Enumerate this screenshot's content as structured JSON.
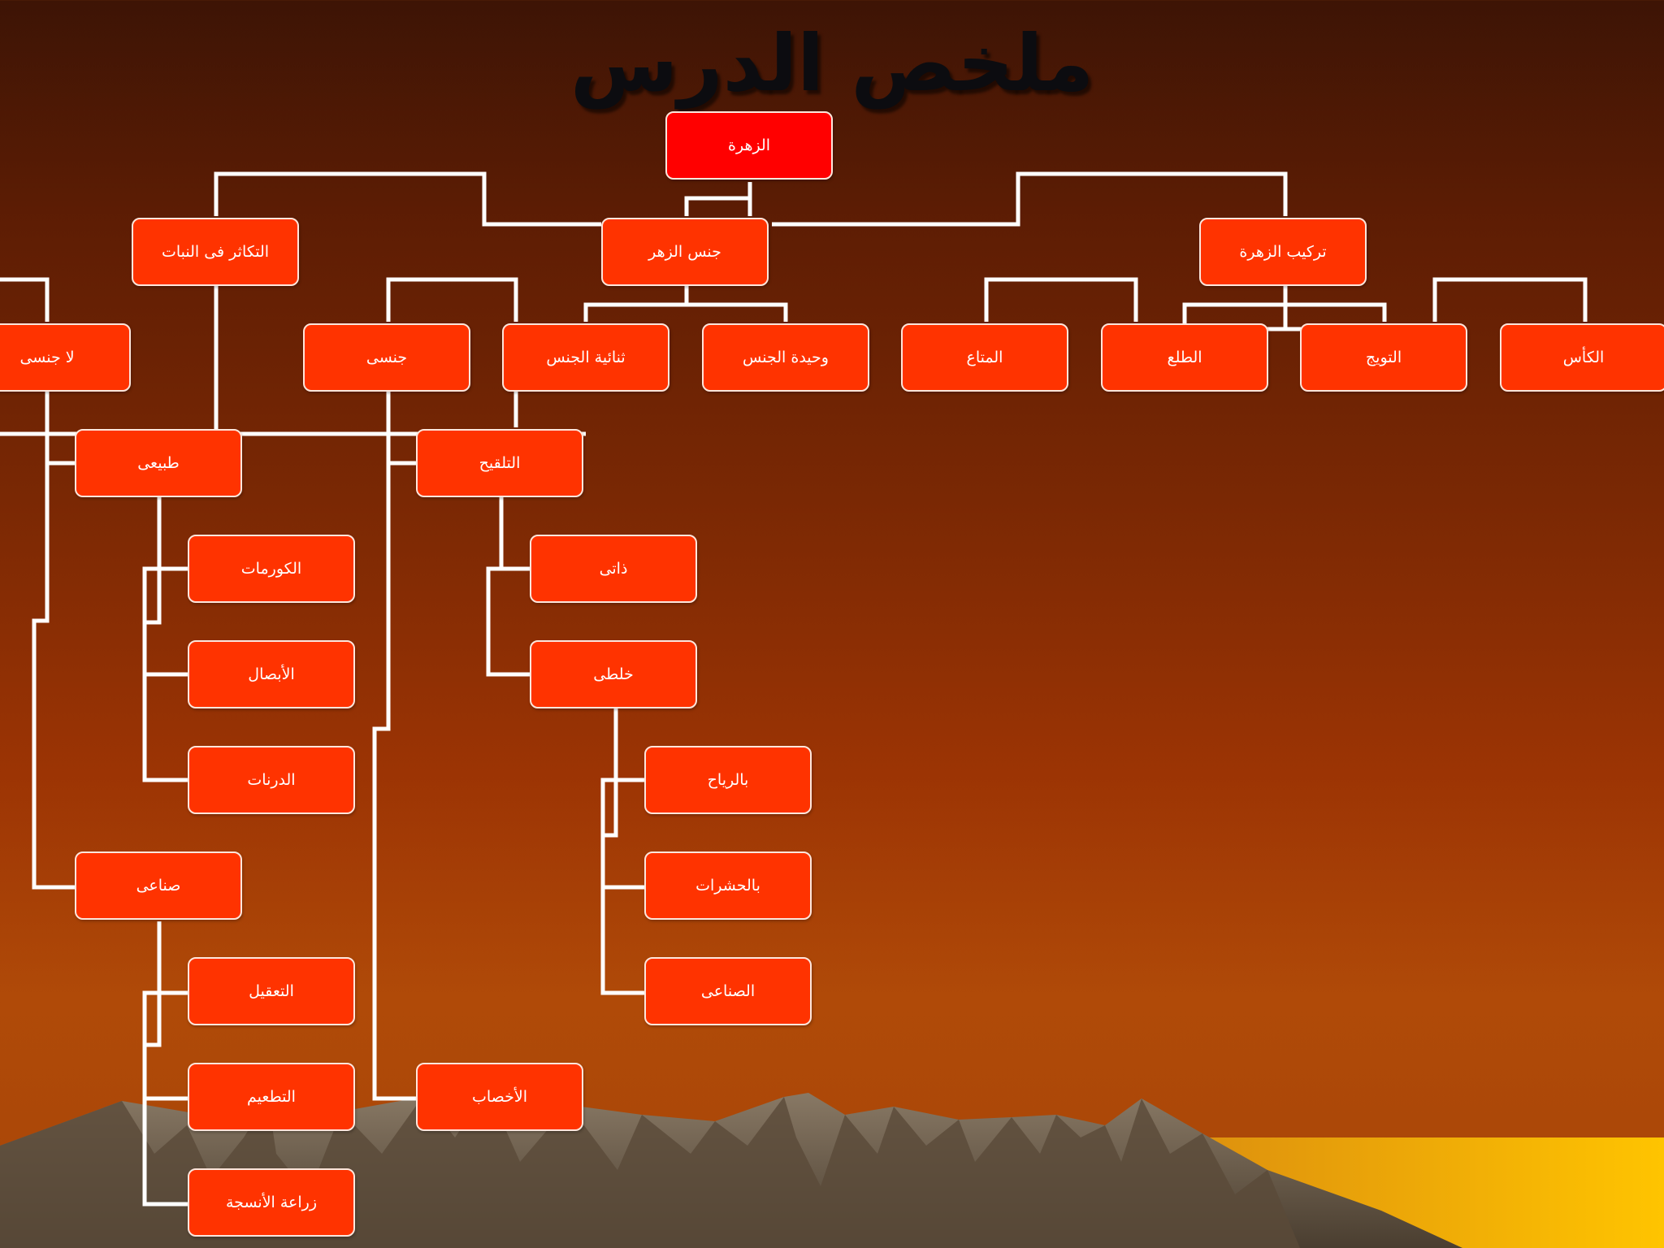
{
  "title": "ملخص الدرس",
  "colors": {
    "node_fill": "#ff3300",
    "root_fill": "#ff0000",
    "connector": "#ffffff",
    "title_text": "#0c0c10"
  },
  "nodes": {
    "root": "الزهرة",
    "reproduction": "التكاثر فى النبات",
    "flower_sex": "جنس الزهر",
    "flower_structure": "تركيب الزهرة",
    "asexual": "لا جنسى",
    "sexual": "جنسى",
    "bisexual": "ثنائية الجنس",
    "unisexual": "وحيدة الجنس",
    "androecium": "المتاع",
    "gynoecium": "الطلع",
    "corolla": "التويج",
    "calyx": "الكأس",
    "natural": "طبيعى",
    "pollination": "التلقيح",
    "corms": "الكورمات",
    "bulbs": "الأبصال",
    "tubers": "الدرنات",
    "self": "ذاتى",
    "cross": "خلطى",
    "wind": "بالرياح",
    "insects": "بالحشرات",
    "artificial_poll": "الصناعى",
    "artificial": "صناعى",
    "cuttings": "التعقيل",
    "grafting": "التطعيم",
    "tissue_culture": "زراعة الأنسجة",
    "fertilization": "الأخصاب"
  }
}
